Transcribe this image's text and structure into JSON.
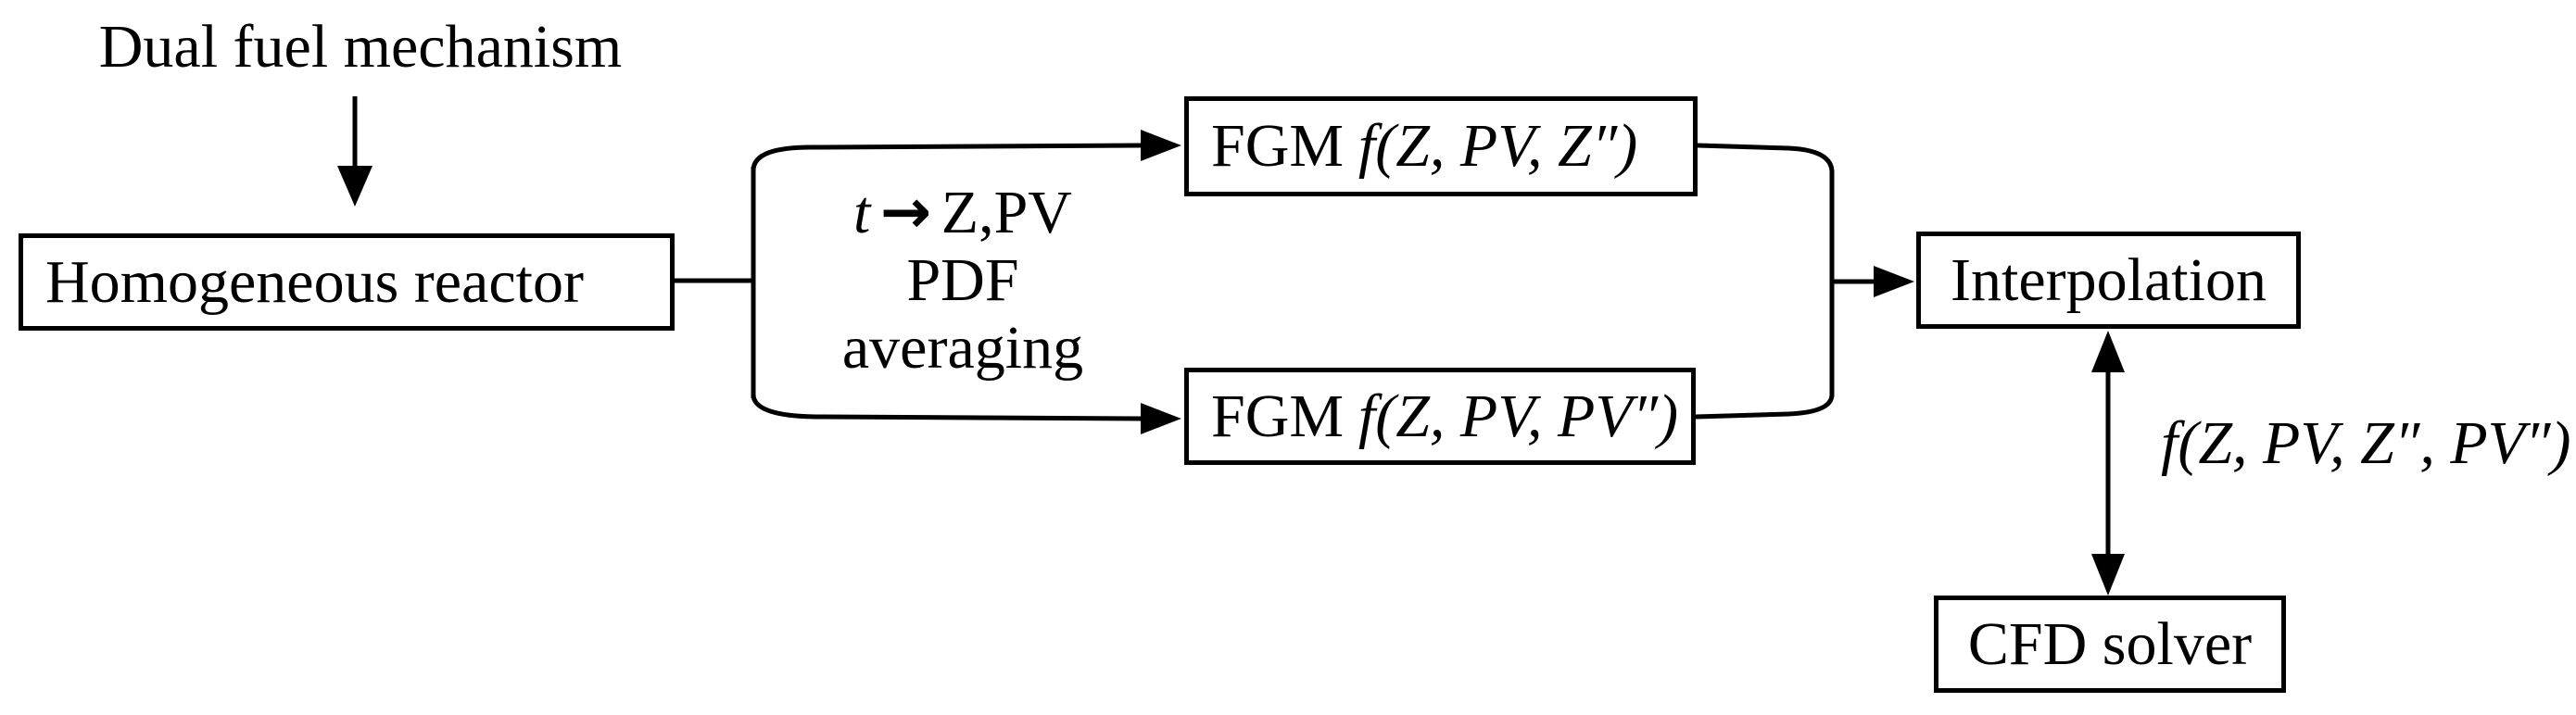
{
  "diagram": {
    "background": "#ffffff",
    "line_color": "#000000",
    "title": "Dual fuel mechanism",
    "nodes": {
      "reactor": {
        "label": "Homogeneous reactor"
      },
      "fgm_z": {
        "prefix": "FGM",
        "formula": "f(Z, PV, Z″)"
      },
      "fgm_pv": {
        "prefix": "FGM",
        "formula": "f(Z, PV, PV″)"
      },
      "interpolation": {
        "label": "Interpolation"
      },
      "cfd": {
        "label": "CFD solver"
      }
    },
    "annotations": {
      "pdf_block": {
        "var": "t",
        "arrow": "→",
        "targets": "Z,PV",
        "line2": "PDF",
        "line3": "averaging"
      },
      "transfer_formula": "f(Z, PV, Z″, PV″)"
    }
  }
}
